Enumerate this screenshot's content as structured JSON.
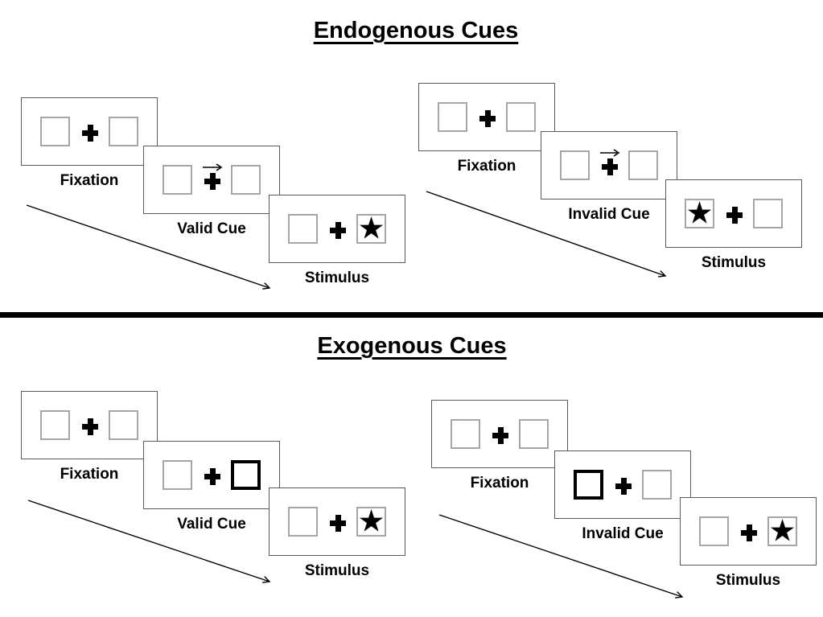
{
  "titles": {
    "endogenous": "Endogenous Cues",
    "exogenous": "Exogenous Cues"
  },
  "symbols": {
    "star": "★",
    "fixation_cross": "heavy-plus-cross",
    "endogenous_cue_icon": "right-arrow-above-cross",
    "exogenous_cue_icon": "bold-outlined-box"
  },
  "colors": {
    "background": "#ffffff",
    "panel_border": "#595959",
    "box_border": "#a6a6a6",
    "cue_box_border": "#000000",
    "ink": "#000000",
    "divider": "#000000"
  },
  "sequences": [
    {
      "name": "endogenous-valid",
      "labels": [
        "Fixation",
        "Valid Cue",
        "Stimulus"
      ],
      "cue": "central-arrow-pointing-right",
      "stimulus_side": "right"
    },
    {
      "name": "endogenous-invalid",
      "labels": [
        "Fixation",
        "Invalid Cue",
        "Stimulus"
      ],
      "cue": "central-arrow-pointing-right",
      "stimulus_side": "left"
    },
    {
      "name": "exogenous-valid",
      "labels": [
        "Fixation",
        "Valid Cue",
        "Stimulus"
      ],
      "cue": "bold-box-right-side",
      "stimulus_side": "right"
    },
    {
      "name": "exogenous-invalid",
      "labels": [
        "Fixation",
        "Invalid Cue",
        "Stimulus"
      ],
      "cue": "bold-box-left-side",
      "stimulus_side": "right"
    }
  ]
}
